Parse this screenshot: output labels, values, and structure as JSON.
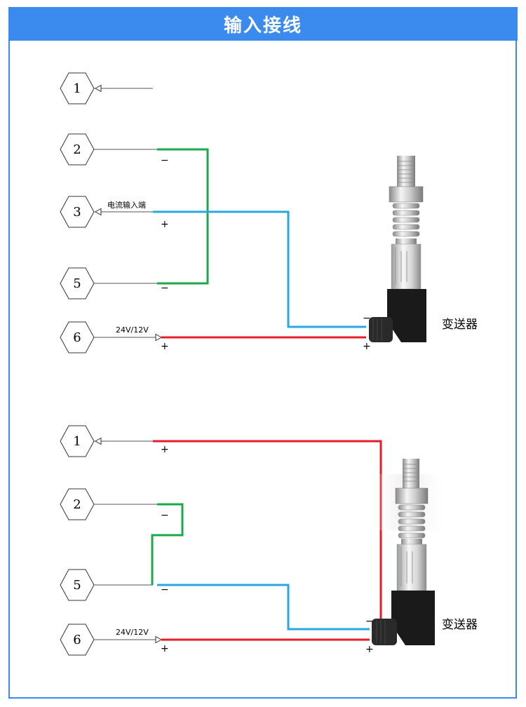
{
  "title": "输入接线",
  "colors": {
    "accent": "#3B8BEF",
    "wire_green": "#1BAA4B",
    "wire_blue": "#29A8E0",
    "wire_red": "#E41E26"
  },
  "diagram_top": {
    "pins": [
      "1",
      "2",
      "3",
      "5",
      "6"
    ],
    "label_current_input": "电流输入端",
    "label_supply": "24V/12V",
    "sign_minus": "−",
    "sign_plus": "+",
    "device_label": "变送器"
  },
  "diagram_bottom": {
    "pins": [
      "1",
      "2",
      "5",
      "6"
    ],
    "label_supply": "24V/12V",
    "sign_minus": "−",
    "sign_plus": "+",
    "device_label": "变送器"
  }
}
